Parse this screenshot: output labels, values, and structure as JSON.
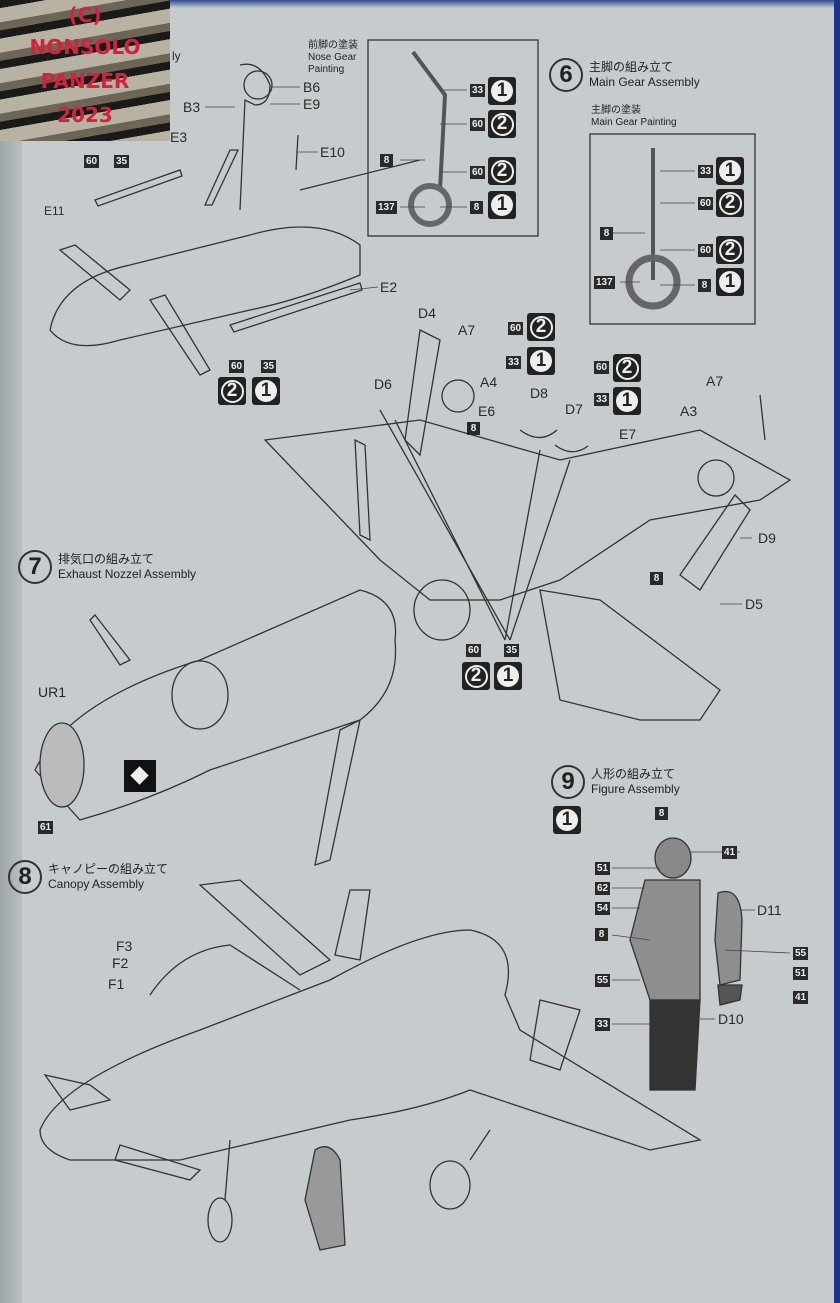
{
  "watermark": [
    "(C)",
    "NONSOLO",
    "PANZER",
    "2023"
  ],
  "step5": {
    "title_fragment": "ly"
  },
  "nose_gear_painting": {
    "title_jp": "前脚の塗装",
    "title_en1": "Nose Gear",
    "title_en2": "Painting"
  },
  "step6": {
    "number": "6",
    "title_jp": "主脚の組み立て",
    "title_en": "Main Gear Assembly",
    "sub_jp": "主脚の塗装",
    "sub_en": "Main Gear Painting"
  },
  "step7": {
    "number": "7",
    "title_jp": "排気口の組み立て",
    "title_en": "Exhaust Nozzel Assembly"
  },
  "step8": {
    "number": "8",
    "title_jp": "キャノピーの組み立て",
    "title_en": "Canopy Assembly"
  },
  "step9": {
    "number": "9",
    "title_jp": "人形の組み立て",
    "title_en": "Figure Assembly"
  },
  "parts": {
    "B6": "B6",
    "E9": "E9",
    "B3": "B3",
    "E3": "E3",
    "E10": "E10",
    "E11": "E11",
    "E2": "E2",
    "D4": "D4",
    "A7": "A7",
    "A4": "A4",
    "D6": "D6",
    "E6": "E6",
    "D8": "D8",
    "D7": "D7",
    "A3": "A3",
    "E7": "E7",
    "D9": "D9",
    "D5": "D5",
    "UR1": "UR1",
    "F3": "F3",
    "F2": "F2",
    "F1": "F1",
    "D11": "D11",
    "D10": "D10"
  },
  "colors": {
    "c8": "8",
    "c33": "33",
    "c35": "35",
    "c41": "41",
    "c51": "51",
    "c54": "54",
    "c55": "55",
    "c60": "60",
    "c61": "61",
    "c62": "62",
    "c137": "137"
  },
  "steps_badge": {
    "one": "1",
    "two": "2"
  },
  "style": {
    "paper": "#c6cbce",
    "ink": "#2a2a2a",
    "watermark": "#d8203c",
    "edge": "#1d3584"
  }
}
